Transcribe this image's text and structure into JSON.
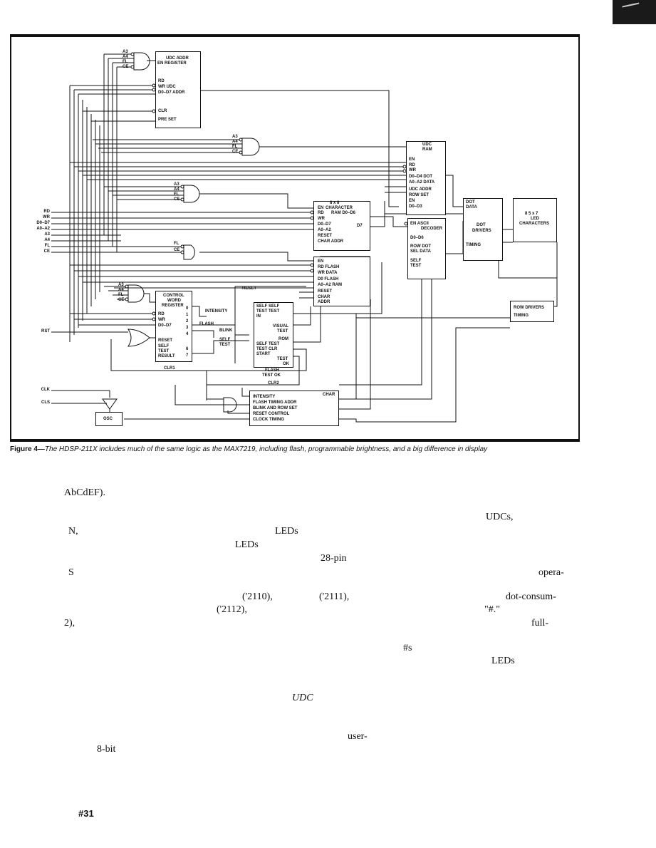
{
  "figure": {
    "caption_label": "Figure 4—",
    "caption_text": "The HDSP-211X includes much of the same logic as the MAX7219, including flash, programmable brightness, and a big difference in display",
    "blocks": {
      "udc_addr_register": [
        "UDC ADDR",
        "EN      REGISTER",
        "RD",
        "WR          UDC",
        "D0–D7      ADDR",
        "CLR",
        "PRE SET"
      ],
      "udc_ram": [
        "UDC",
        "RAM",
        "EN",
        "RD",
        "WR",
        "D0–D4     DOT",
        "A0–A2     DATA",
        "UDC ADDR",
        "ROW SET",
        "EN",
        "D0–D3"
      ],
      "character_ram": [
        "8 x 8",
        "CHARACTER",
        "RAM    D0–D6",
        "RD",
        "WR",
        "D0–D7",
        "A0–A2",
        "RESET",
        "CHAR ADDR",
        "EN",
        "D7"
      ],
      "ascii_decoder": [
        "EN    ASCII",
        "DECODER",
        "D0–D6",
        "ROW      DOT",
        "SEL       DATA",
        "SELF",
        "TEST"
      ],
      "flash_ram": [
        "EN",
        "RD          FLASH",
        "WR           DATA",
        "D0       FLASH",
        "A0–A2    RAM",
        "RESET",
        "CHAR",
        "ADDR"
      ],
      "dot_drivers": [
        "DOT",
        "DATA",
        "DOT",
        "DRIVERS",
        "TIMING"
      ],
      "led_characters": [
        "8 5 x 7",
        "LED",
        "CHARACTERS"
      ],
      "row_drivers": [
        "ROW DRIVERS",
        "TIMING"
      ],
      "control_word_register": [
        "CONTROL",
        "WORD",
        "REGISTER",
        "RD",
        "WR",
        "D0–D7",
        "RESET",
        "SELF",
        "TEST",
        "RESULT",
        "0",
        "1",
        "2",
        "3",
        "4",
        "6",
        "7"
      ],
      "self_test": [
        "SELF   SELF",
        "TEST  TEST",
        "IN",
        "VISUAL",
        "TEST",
        "ROM",
        "SELF   TEST",
        "TEST      CLR",
        "START",
        "TEST",
        "OK"
      ],
      "timing_control": [
        "INTENSITY",
        "CHAR",
        "FLASH       TIMING         ADDR",
        "BLINK           AND       ROW SET",
        "RESET        CONTROL",
        "CLOCK                         TIMING"
      ],
      "osc": [
        "OSC"
      ]
    },
    "signals": {
      "gate1": [
        "A3",
        "A4",
        "FL",
        "CE"
      ],
      "gate2": [
        "A3",
        "A4",
        "FL",
        "CE"
      ],
      "gate3": [
        "A3",
        "A4",
        "FL",
        "CE"
      ],
      "gate4": [
        "FL",
        "CE"
      ],
      "gate5": [
        "A3",
        "A4",
        "FL",
        "CE"
      ],
      "external": [
        "RD",
        "WR",
        "D0–D7",
        "A0–A2",
        "A3",
        "A4",
        "FL",
        "CE"
      ],
      "rst": "RST",
      "clk": "CLK",
      "cls": "CLS",
      "wires": [
        "INTENSITY",
        "FLASH",
        "BLINK",
        "SELF",
        "TEST",
        "RESET",
        "CLR1",
        "FLASH",
        "TEST OK",
        "CLR2"
      ]
    }
  },
  "text_fragments": [
    "AbCdEF).",
    "UDCs,",
    "N,",
    "LEDs",
    "LEDs",
    "28-pin",
    "S",
    "opera-",
    "('2110),",
    "('2111),",
    "dot-consum-",
    "('2112),",
    "\"#.\"",
    "2),",
    "full-",
    "#s",
    "LEDs",
    "UDC",
    "user-",
    "8-bit",
    "#31"
  ]
}
